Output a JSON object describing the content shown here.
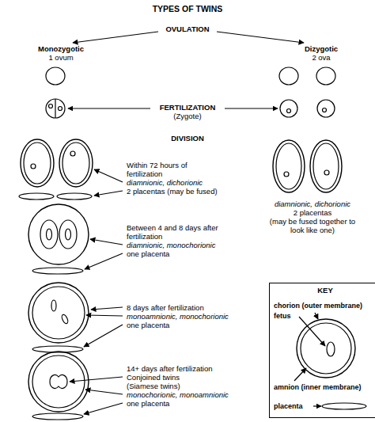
{
  "diagram": {
    "title": "TYPES OF TWINS",
    "nodes": [
      {
        "text": [
          "KEY"
        ]
      }
    ],
    "labels": [
      "OVULATION",
      "Monozygotic",
      "1 ovum",
      "Dizygotic",
      "2 ova",
      "FERTILIZATION",
      "(Zygote)",
      "DIVISION",
      "Within 72 hours of fertilization",
      "diamnionic, dichorionic",
      "2 placentas (may be fused)",
      "diamnionic, dichorionic",
      "2 placentas",
      "(may be fused together to look like one)",
      "Between 4 and 8 days after fertilization",
      "diamnionic, monochorionic",
      "one placenta",
      "8 days after fertilization",
      "monoamnionic, monochorionic",
      "one placenta",
      "14+ days after fertilization",
      "Conjoined twins",
      "(Siamese twins)",
      "monochorionic, monoamnionic",
      "one placenta"
    ],
    "legend": [
      {
        "text": "chorion (outer membrane)"
      },
      {
        "text": "fetus"
      },
      {
        "text": "amnion (inner membrane)"
      },
      {
        "text": "placenta"
      }
    ]
  }
}
